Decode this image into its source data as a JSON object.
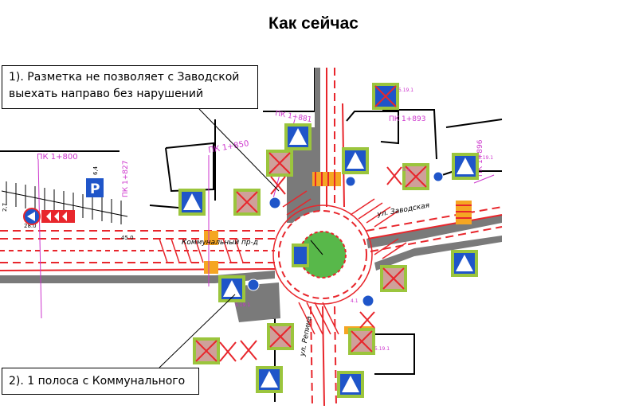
{
  "title": "Как сейчас",
  "notes": {
    "note1": "1). Разметка не позволяет с Заводской выехать направо без нарушений",
    "note2": "2). 1 полоса с Коммунального"
  },
  "map_labels": {
    "pk_1800": "ПК 1+800",
    "pk_1850": "ПК 1+850",
    "pk_1881": "ПК 1+881",
    "pk_1896": "ПК 1+896",
    "pk_1893": "ПК 1+893",
    "pk_1827": "ПК 1+827",
    "street_kommunalny": "Коммунальный пр-д",
    "street_zavodskaya": "ул. Заводская",
    "street_repina": "ул. Репина",
    "dist_28": "28.0",
    "dist_45": "45.0",
    "parking_sign": "P",
    "dim_27": "2,7",
    "dim_64": "6,4"
  },
  "colors": {
    "road_gray": "#7a7a7a",
    "marking_red": "#e8262c",
    "label_magenta": "#cc33cc",
    "sign_blue": "#1f55c9",
    "sign_frame_green": "#9bc53d",
    "island_green": "#58b84a",
    "crosswalk_orange": "#f5a623"
  }
}
